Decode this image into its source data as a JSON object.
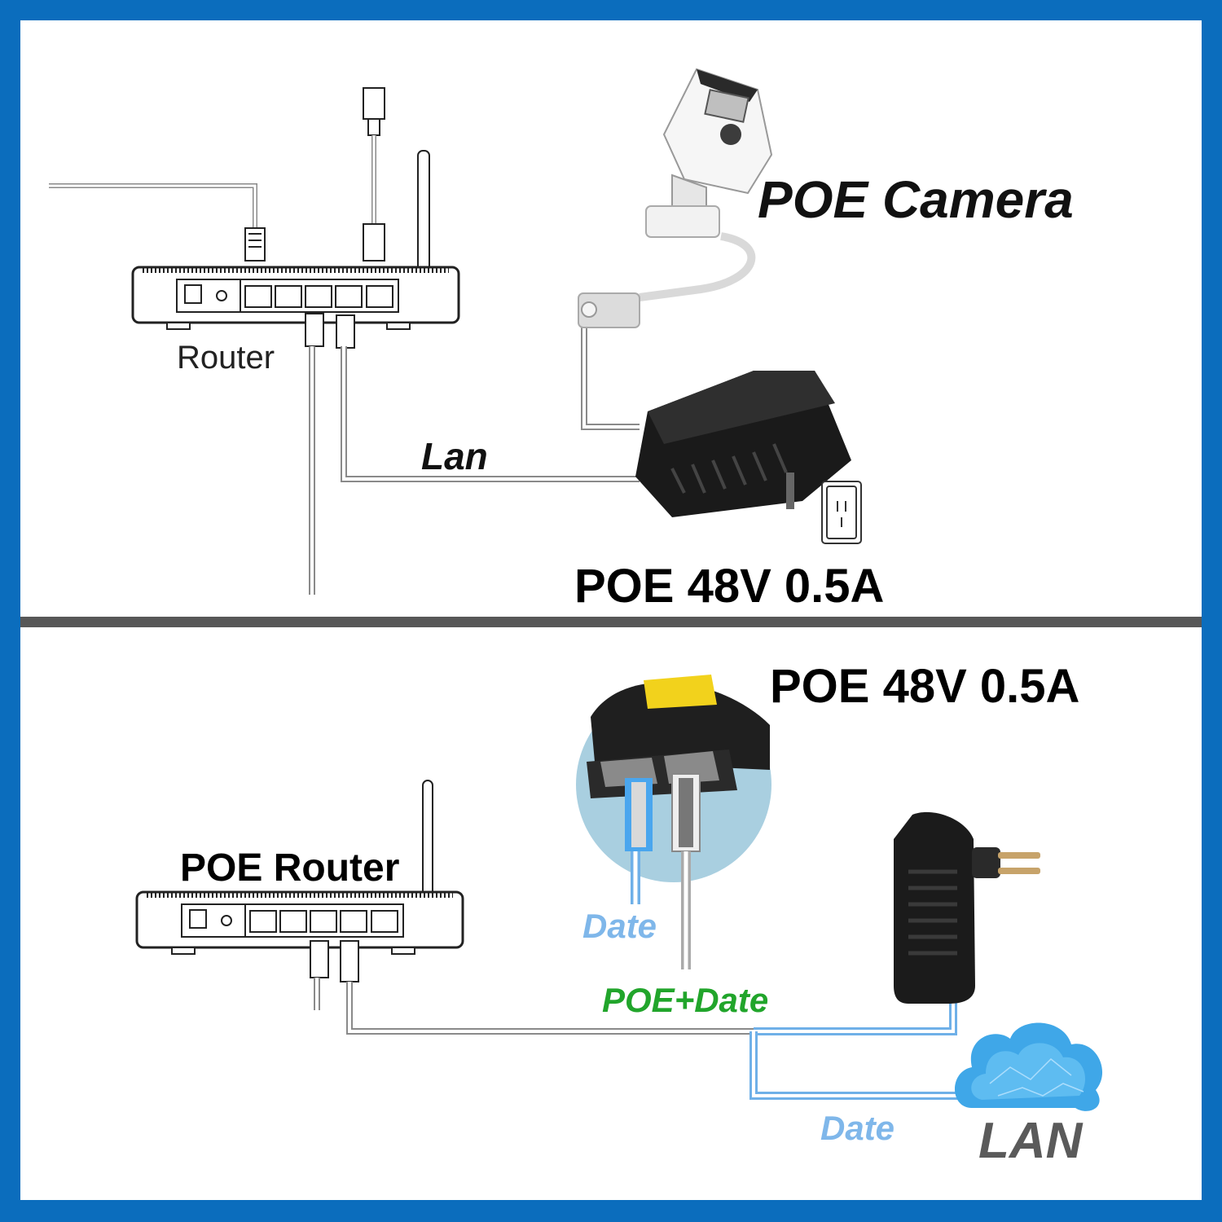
{
  "top_panel": {
    "camera_label": "POE Camera",
    "router_label": "Router",
    "lan_label": "Lan",
    "adapter_label": "POE 48V 0.5A"
  },
  "bottom_panel": {
    "adapter_label": "POE 48V 0.5A",
    "router_label": "POE Router",
    "date_label_upper": "Date",
    "poe_date_label": "POE+Date",
    "date_label_lower": "Date",
    "lan_label": "LAN"
  },
  "colors": {
    "frame": "#0b6dbd",
    "divider": "#575757",
    "date_text": "#7fb7ea",
    "poe_date_text": "#21a52b",
    "lan_text": "#5a5a5a"
  },
  "icons": [
    "router-icon",
    "poe-router-icon",
    "camera-icon",
    "poe-adapter-icon",
    "wall-socket-icon",
    "cloud-icon",
    "rj45-plug-icon"
  ]
}
